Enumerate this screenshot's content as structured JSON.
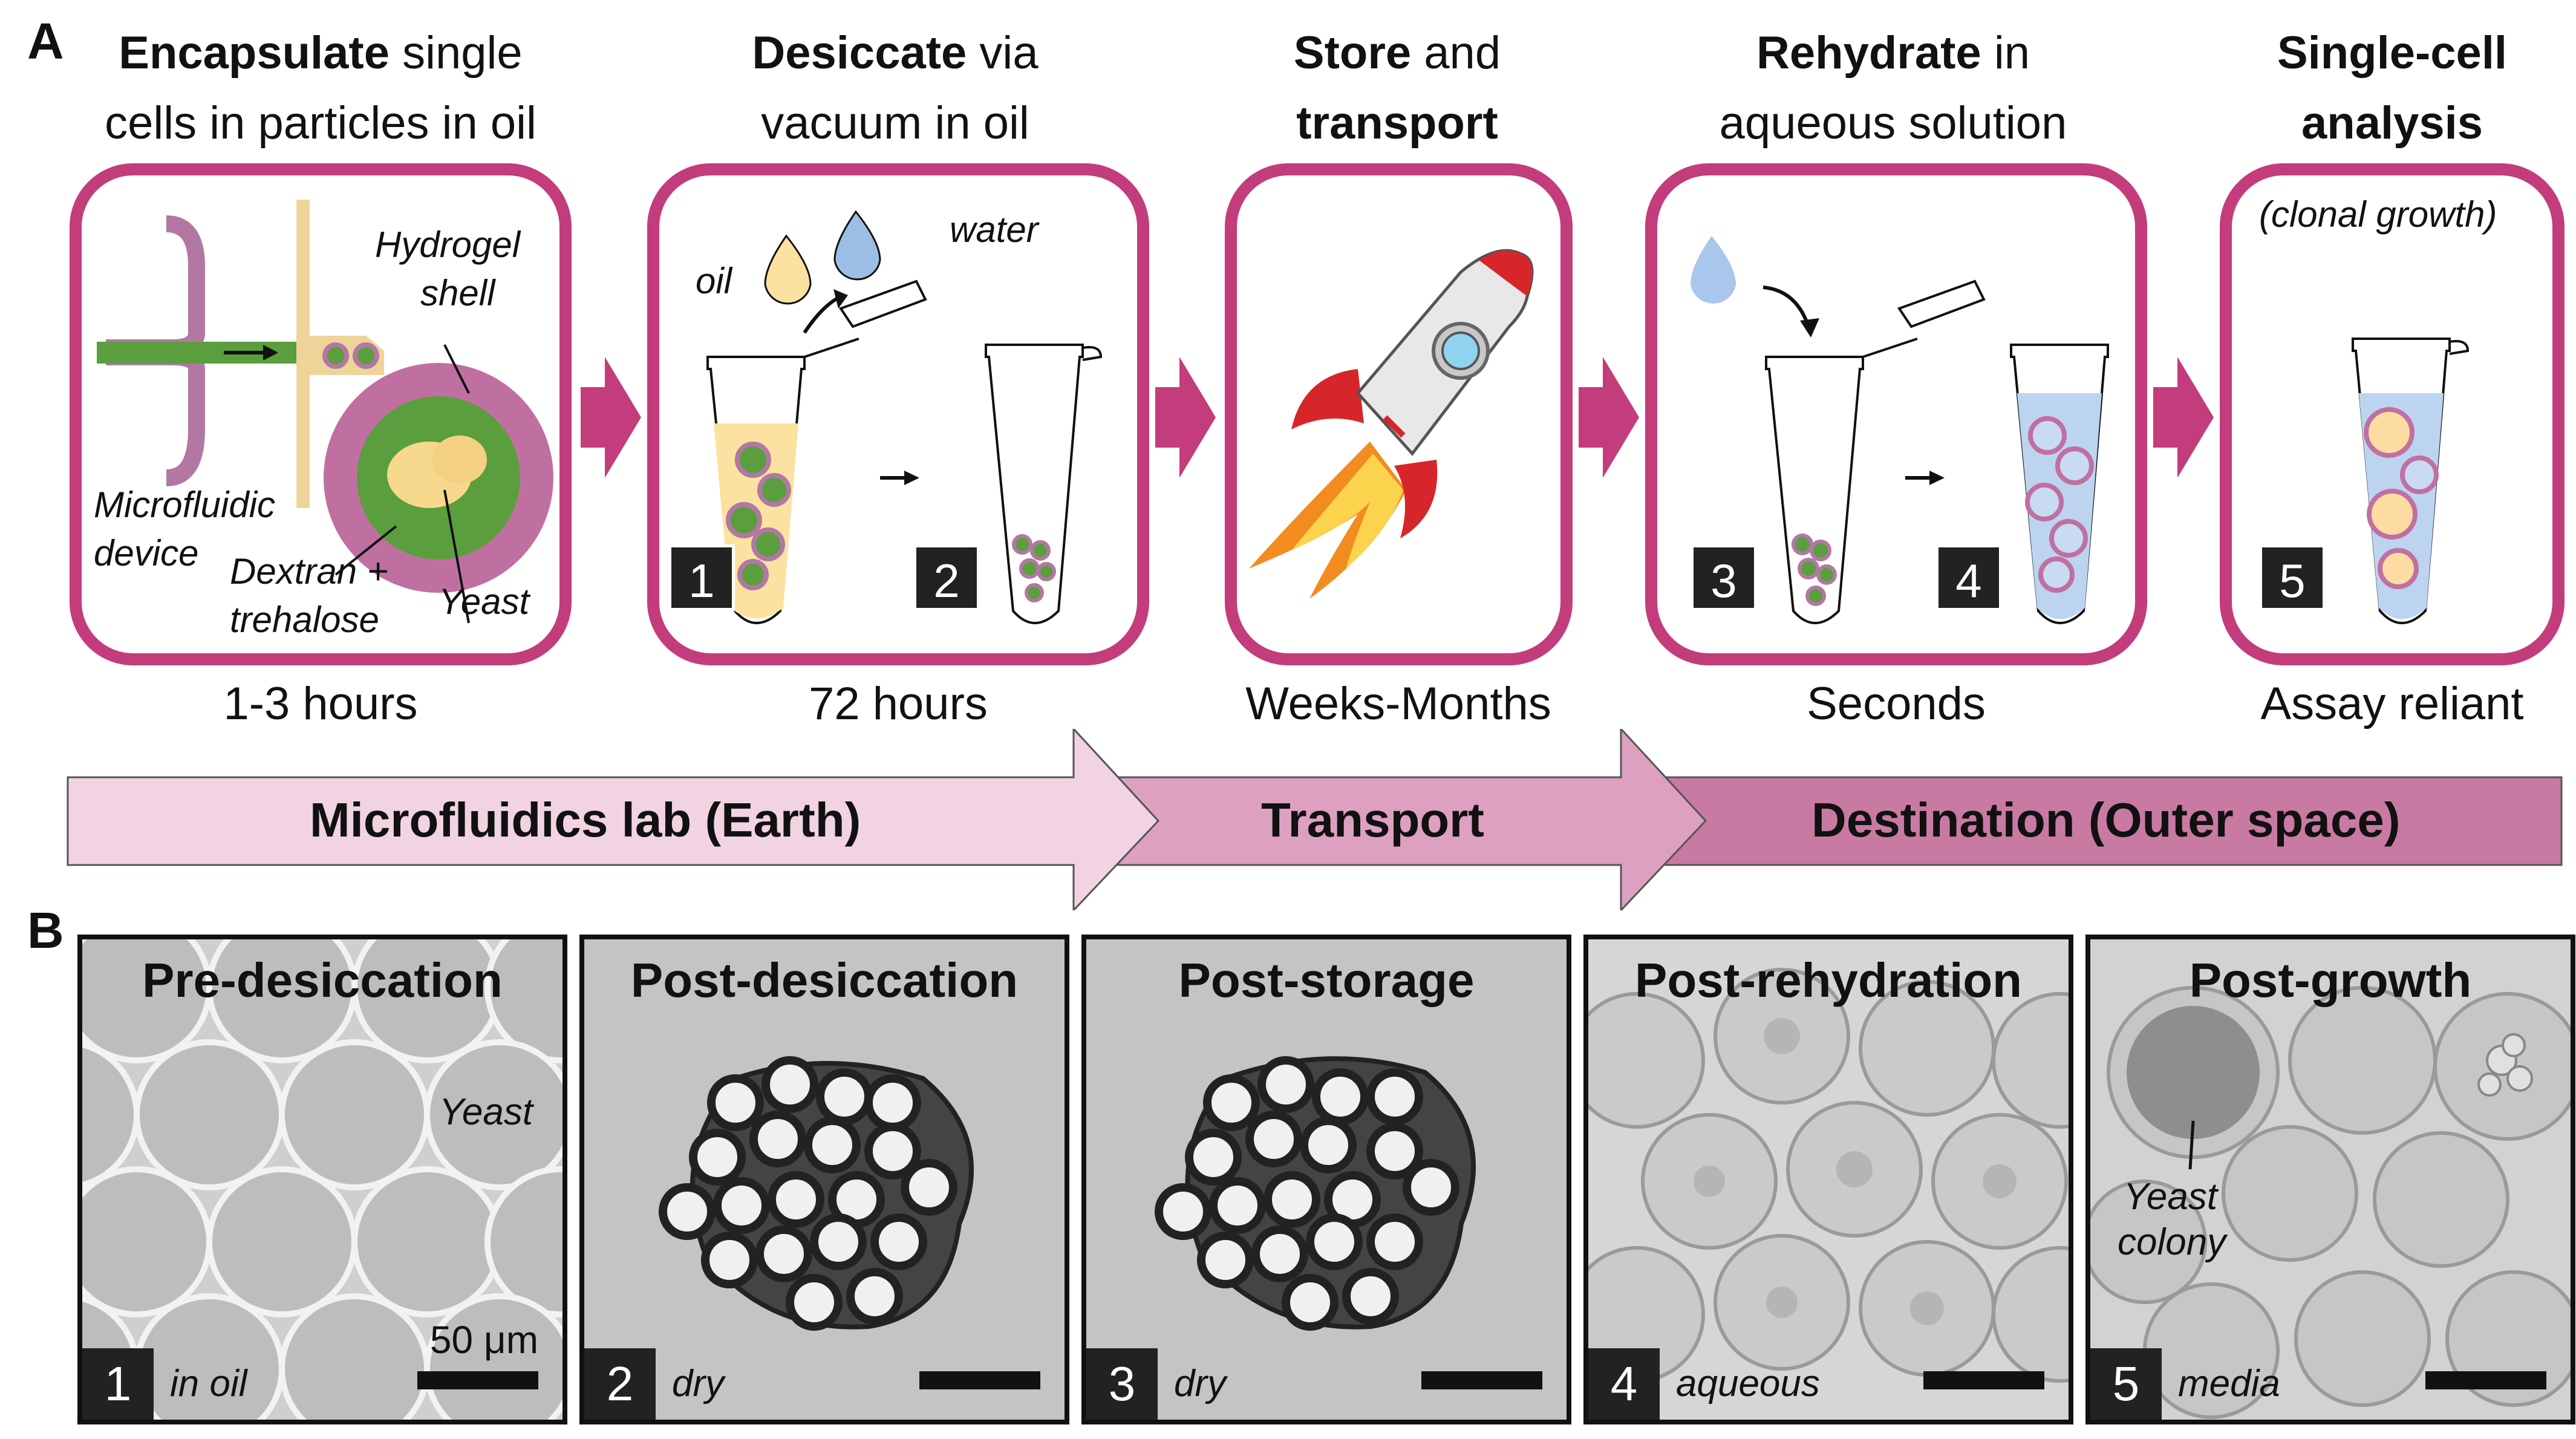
{
  "panel_a_letter": "A",
  "panel_b_letter": "B",
  "steps": [
    {
      "title_bold": "Encapsulate",
      "title_rest": " single",
      "title_line2": "cells in particles in oil",
      "duration": "1-3 hours"
    },
    {
      "title_bold": "Desiccate",
      "title_rest": " via",
      "title_line2": "vacuum in oil",
      "duration": "72 hours"
    },
    {
      "title_bold": "Store",
      "title_rest": " and",
      "title_line2_bold": "transport",
      "duration": "Weeks-Months"
    },
    {
      "title_bold": "Rehydrate",
      "title_rest": " in",
      "title_line2": "aqueous solution",
      "duration": "Seconds"
    },
    {
      "title_bold": "Single-cell",
      "title_line2_bold": "analysis",
      "duration": "Assay reliant"
    }
  ],
  "card1": {
    "hydrogel": "Hydrogel",
    "shell": "shell",
    "microfluidic": "Microfluidic",
    "device": "device",
    "dextran": "Dextran +",
    "trehalose": "trehalose",
    "yeast": "Yeast"
  },
  "card2": {
    "oil": "oil",
    "water": "water",
    "badge1": "1",
    "badge2": "2"
  },
  "card4": {
    "badge3": "3",
    "badge4": "4"
  },
  "card5": {
    "note": "(clonal growth)",
    "badge5": "5"
  },
  "phases": {
    "lab": "Microfluidics lab (Earth)",
    "transport": "Transport",
    "destination": "Destination (Outer space)"
  },
  "micrographs": [
    {
      "title": "Pre-desiccation",
      "num": "1",
      "condition": "in oil",
      "scale": "50 μm",
      "annotation": "Yeast"
    },
    {
      "title": "Post-desiccation",
      "num": "2",
      "condition": "dry"
    },
    {
      "title": "Post-storage",
      "num": "3",
      "condition": "dry"
    },
    {
      "title": "Post-rehydration",
      "num": "4",
      "condition": "aqueous"
    },
    {
      "title": "Post-growth",
      "num": "5",
      "condition": "media",
      "annotation_line1": "Yeast",
      "annotation_line2": "colony"
    }
  ],
  "colors": {
    "card_border": "#c33c7c",
    "arrow_fill": "#c33c7c",
    "phase1": "#f2d3e2",
    "phase2": "#dda0c0",
    "phase3": "#c97aa2",
    "hydrogel_green": "#5a9e3e",
    "shell_pink": "#c070a0",
    "oil_yellow": "#fbe2a0",
    "water_blue": "#bcd4f0"
  }
}
